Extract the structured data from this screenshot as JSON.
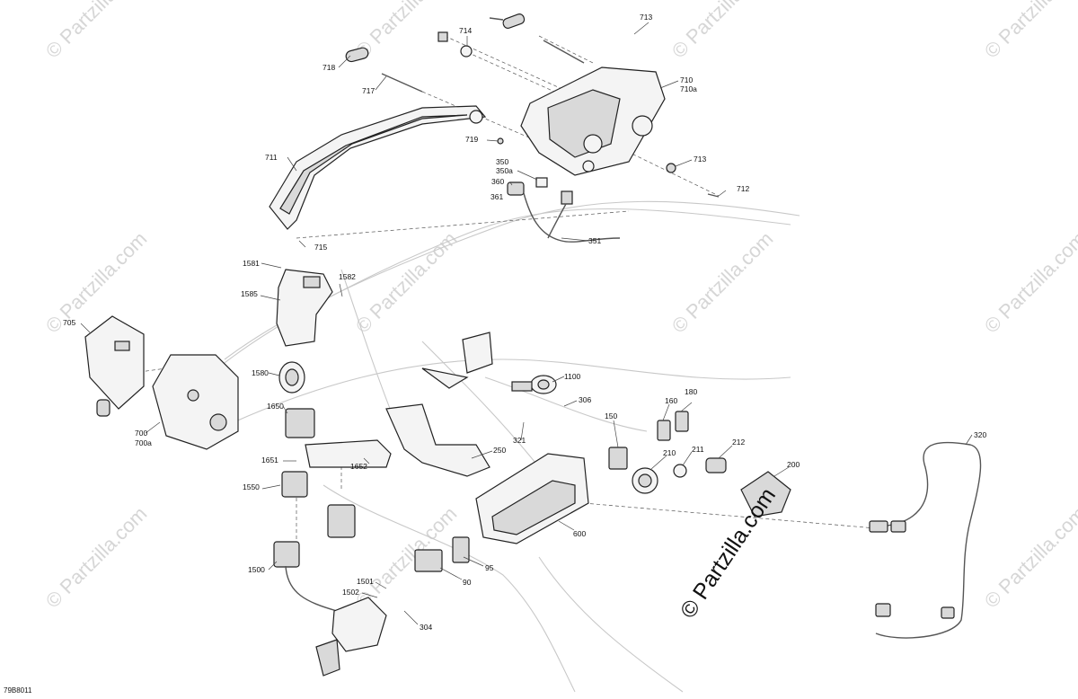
{
  "diagram": {
    "code": "79B8011",
    "watermark_main": "© Partzilla.com",
    "watermark_repeat": "© Partzilla.com"
  },
  "callouts": {
    "p713a": "713",
    "p714": "714",
    "p718": "718",
    "p717": "717",
    "p710": "710",
    "p710a": "710a",
    "p711": "711",
    "p719": "719",
    "p713b": "713",
    "p712": "712",
    "p350": "350",
    "p350a": "350a",
    "p360": "360",
    "p361": "361",
    "p715": "715",
    "p351": "351",
    "p1581": "1581",
    "p1582": "1582",
    "p1585": "1585",
    "p705": "705",
    "p1580": "1580",
    "p700": "700",
    "p700a": "700a",
    "p1100": "1100",
    "p306": "306",
    "p160": "160",
    "p180": "180",
    "p1650": "1650",
    "p150": "150",
    "p321": "321",
    "p250": "250",
    "p212": "212",
    "p211": "211",
    "p210": "210",
    "p200": "200",
    "p1651": "1651",
    "p1652": "1652",
    "p1550": "1550",
    "p320": "320",
    "p600": "600",
    "p95": "95",
    "p90": "90",
    "p1500": "1500",
    "p1501": "1501",
    "p1502": "1502",
    "p304": "304"
  }
}
